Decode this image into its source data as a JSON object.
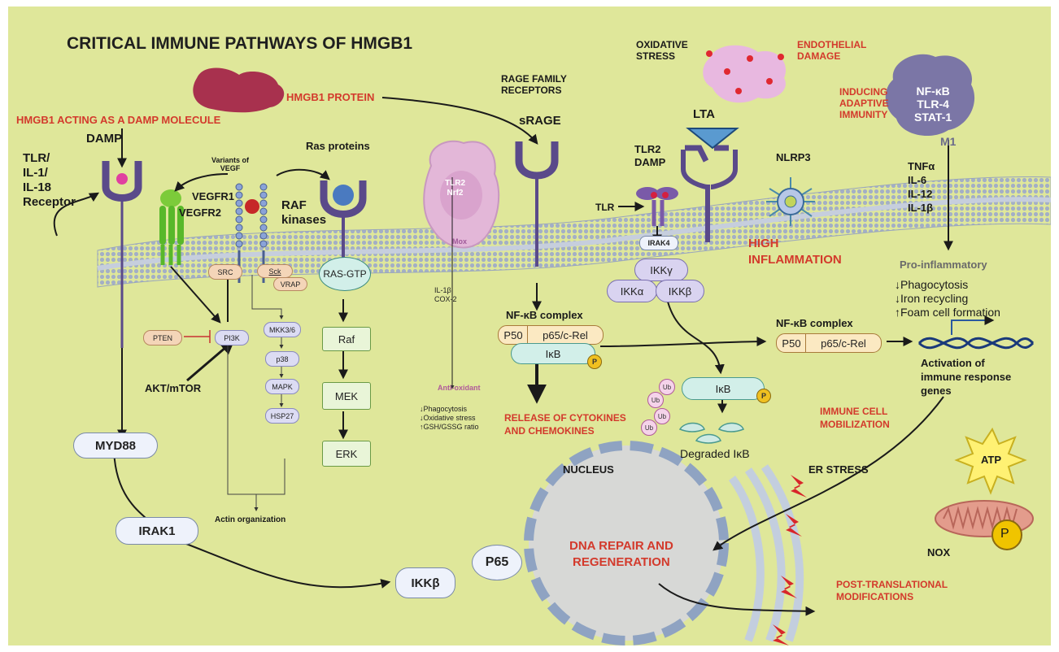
{
  "title": "CRITICAL IMMUNE PATHWAYS OF HMGB1",
  "labels": {
    "hmgb1_protein": "HMGB1 PROTEIN",
    "damp_molecule": "HMGB1 ACTING AS A DAMP MOLECULE",
    "damp": "DAMP",
    "tlr_il": "TLR/\nIL-1/\nIL-18\nReceptor",
    "variants_vegf": "Variants of\nVEGF",
    "vegfr1": "VEGFR1",
    "vegfr2": "VEGFR2",
    "ras_proteins": "Ras proteins",
    "raf_kinases": "RAF\nkinases",
    "ras_gtp": "RAS-GTP",
    "raf": "Raf",
    "mek": "MEK",
    "erk": "ERK",
    "src": "SRC",
    "sck": "Sck",
    "vrap": "VRAP",
    "pten": "PTEN",
    "pi3k": "PI3K",
    "mkk": "MKK3/6",
    "p38": "p38",
    "mapk": "MAPK",
    "hsp27": "HSP27",
    "akt": "AKT/mTOR",
    "actin": "Actin organization",
    "myd88": "MYD88",
    "irak1": "IRAK1",
    "ikkb_lower": "IKKβ",
    "p65": "P65",
    "nucleus": "NUCLEUS",
    "dna_repair": "DNA REPAIR AND\nREGENERATION",
    "tlr2_nrf2": "TLR2\nNrf2",
    "mox": "Mox",
    "il1b_cox2": "IL-1β\nCOX-2",
    "anti_oxidant": "Anti-oxidant",
    "mox_effects": "↓Phagocytosis\n↓Oxidative stress\n↑GSH/GSSG ratio",
    "rage_family": "RAGE FAMILY\nRECEPTORS",
    "srage": "sRAGE",
    "nfkb_complex": "NF-κB complex",
    "p50": "P50",
    "p65_crel": "p65/c-Rel",
    "ikb": "IκB",
    "p": "P",
    "release": "RELEASE OF CYTOKINES\nAND CHEMOKINES",
    "oxidative_stress": "OXIDATIVE\nSTRESS",
    "endothelial": "ENDOTHELIAL\nDAMAGE",
    "lta": "LTA",
    "tlr2_damp": "TLR2\nDAMP",
    "tlr": "TLR",
    "irak4": "IRAK4",
    "ikkg": "IKKγ",
    "ikka": "IKKα",
    "ikkb": "IKKβ",
    "ub": "Ub",
    "degraded": "Degraded IκB",
    "nlrp3": "NLRP3",
    "high_inflammation": "HIGH\nINFLAMMATION",
    "inducing": "INDUCING\nADAPTIVE\nIMMUNITY",
    "m1_markers": "NF-κB\nTLR-4\nSTAT-1",
    "m1": "M1",
    "cytokines": "TNFα\nIL-6\nIL-12\nIL-1β",
    "pro_inflammatory": "Pro-inflammatory",
    "pro_effects": "↓Phagocytosis\n↓Iron recycling\n↑Foam cell formation",
    "activation": "Activation of\nimmune response\ngenes",
    "immune_mobilization": "IMMUNE CELL\nMOBILIZATION",
    "er_stress": "ER STRESS",
    "atp": "ATP",
    "nox": "NOX",
    "ptm": "POST-TRANSLATIONAL\nMODIFICATIONS"
  },
  "colors": {
    "background": "#dfe79a",
    "accent_red": "#d33a2c",
    "receptor_purple": "#5a4a8a",
    "membrane": "#a8b4c8"
  }
}
